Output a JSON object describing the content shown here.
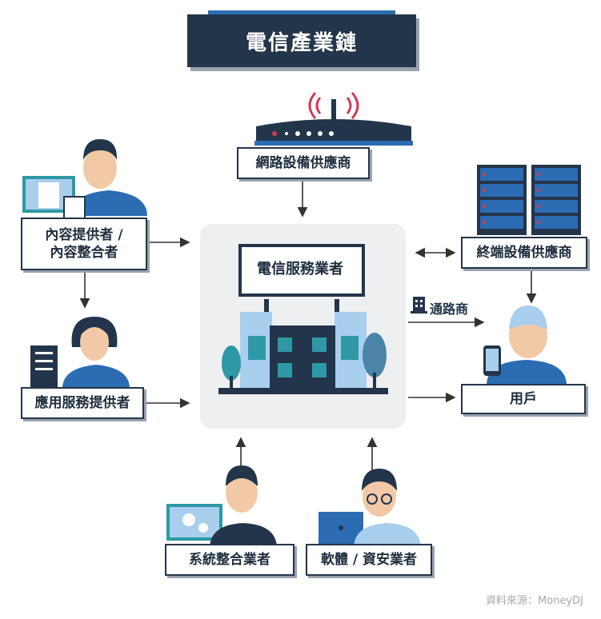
{
  "title": "電信產業鏈",
  "nodes": {
    "network_equipment": "網路設備供應商",
    "content_provider_line1": "內容提供者 /",
    "content_provider_line2": "內容整合者",
    "app_service_provider": "應用服務提供者",
    "telecom_operator": "電信服務業者",
    "terminal_equipment": "終端設備供應商",
    "distributor": "通路商",
    "user": "用戶",
    "system_integrator": "系統整合業者",
    "software_security": "軟體 / 資安業者"
  },
  "source": "資料來源：MoneyDJ",
  "colors": {
    "navy": "#23354a",
    "blue": "#2b6cb3",
    "teal": "#2e98a6",
    "light_blue": "#a9cfee",
    "panel": "#eeeff1",
    "red": "#d23a55"
  }
}
